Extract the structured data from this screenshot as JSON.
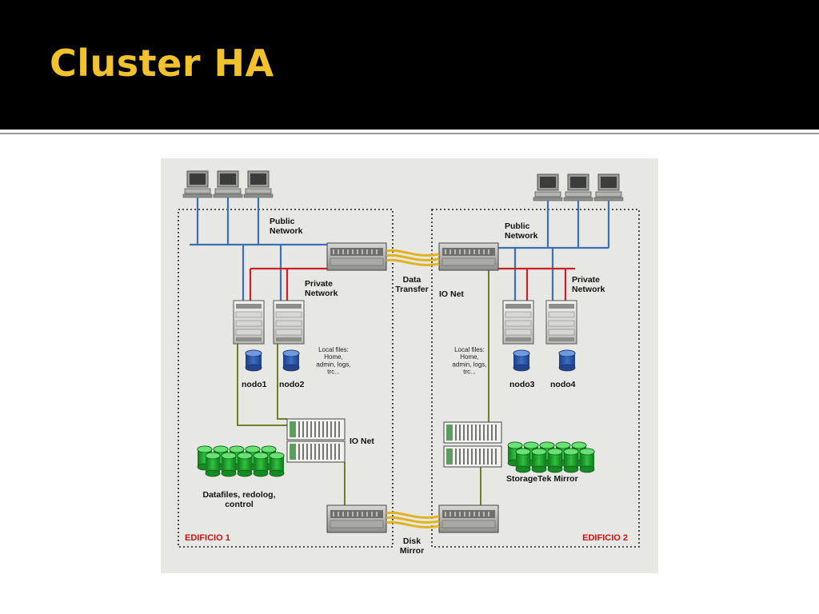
{
  "slide": {
    "title": "Cluster HA"
  },
  "colors": {
    "title": "#f2c12e",
    "diagram_bg": "#e7e8e4",
    "public_network": "#3c6fb3",
    "private_network": "#c9202a",
    "io_line": "#6d7f2c",
    "link_yellow": "#e2b320",
    "disk_blue": "#2b5aa8",
    "disk_green": "#1fa22f",
    "building_label": "#cc1111"
  },
  "diagram": {
    "building1": {
      "label": "EDIFICIO 1",
      "public_network": "Public\nNetwork",
      "private_network": "Private\nNetwork",
      "nodes": [
        "nodo1",
        "nodo2"
      ],
      "local_files": "Local files:\nHome,\nadmin, logs,\ntrc...",
      "io_net": "IO Net",
      "storage_label": "Datafiles, redolog,\ncontrol"
    },
    "building2": {
      "label": "EDIFICIO 2",
      "public_network": "Public\nNetwork",
      "private_network": "Private\nNetwork",
      "nodes": [
        "nodo3",
        "nodo4"
      ],
      "local_files": "Local files:\nHome,\nadmin, logs,\ntrc...",
      "io_net": "IO Net",
      "storage_label": "StorageTek Mirror"
    },
    "links": {
      "data_transfer": "Data\nTransfer",
      "disk_mirror": "Disk\nMirror"
    }
  }
}
